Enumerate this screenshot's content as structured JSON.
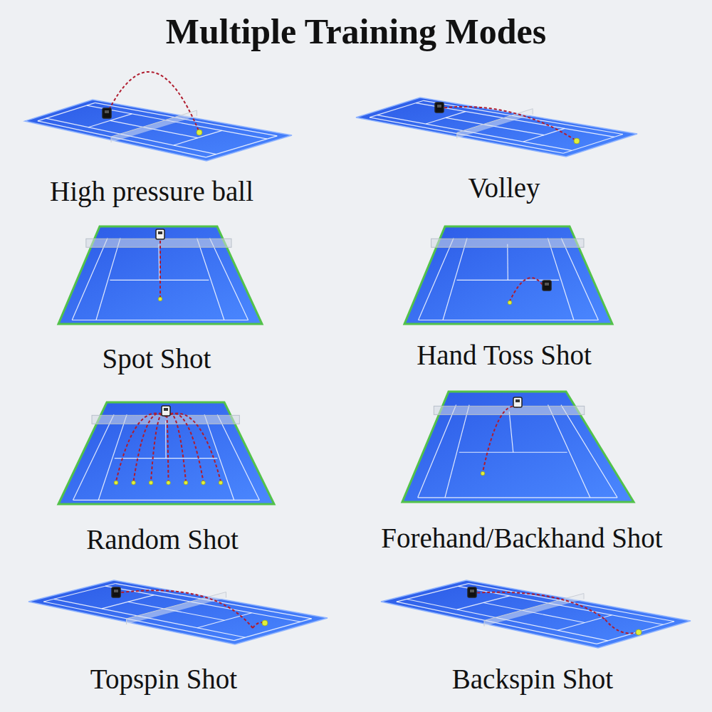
{
  "diagram": {
    "title": "Multiple Training Modes",
    "labels": [
      "High pressure ball",
      "Volley",
      "Spot Shot",
      "Hand Toss Shot",
      "Random Shot",
      "Forehand/Backhand Shot",
      "Topspin Shot",
      "Backspin Shot"
    ]
  }
}
